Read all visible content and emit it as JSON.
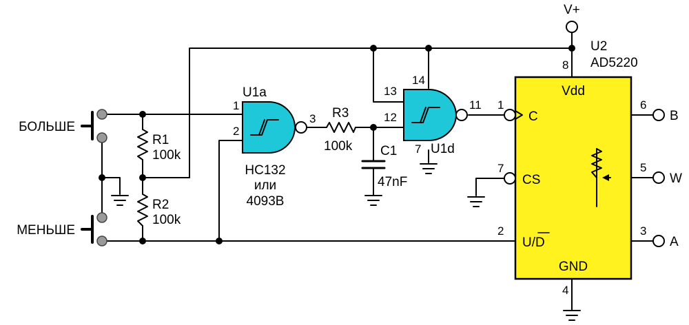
{
  "buttons": {
    "up": "БОЛЬШЕ",
    "down": "МЕНЬШЕ"
  },
  "resistors": {
    "r1": {
      "name": "R1",
      "value": "100k"
    },
    "r2": {
      "name": "R2",
      "value": "100k"
    },
    "r3": {
      "name": "R3",
      "value": "100k"
    }
  },
  "capacitor": {
    "name": "C1",
    "value": "47nF"
  },
  "gate_a": {
    "name": "U1a",
    "part_line1": "HC132",
    "part_line2": "или",
    "part_line3": "4093B",
    "pin_in1": "1",
    "pin_in2": "2",
    "pin_out": "3"
  },
  "gate_d": {
    "name": "U1d",
    "pin_in1": "13",
    "pin_in2": "12",
    "pin_vcc": "14",
    "pin_gnd": "7",
    "pin_out": "11"
  },
  "supply": {
    "label": "V+"
  },
  "chip": {
    "name": "U2",
    "part": "AD5220",
    "vdd": "Vdd",
    "gnd": "GND",
    "clk": "C",
    "cs": "CS",
    "ud": "U/D",
    "b": "B",
    "w": "W",
    "a": "A",
    "pin_vdd": "8",
    "pin_c": "1",
    "pin_cs": "7",
    "pin_ud": "2",
    "pin_b": "6",
    "pin_w": "5",
    "pin_a": "3",
    "pin_gnd": "4"
  }
}
